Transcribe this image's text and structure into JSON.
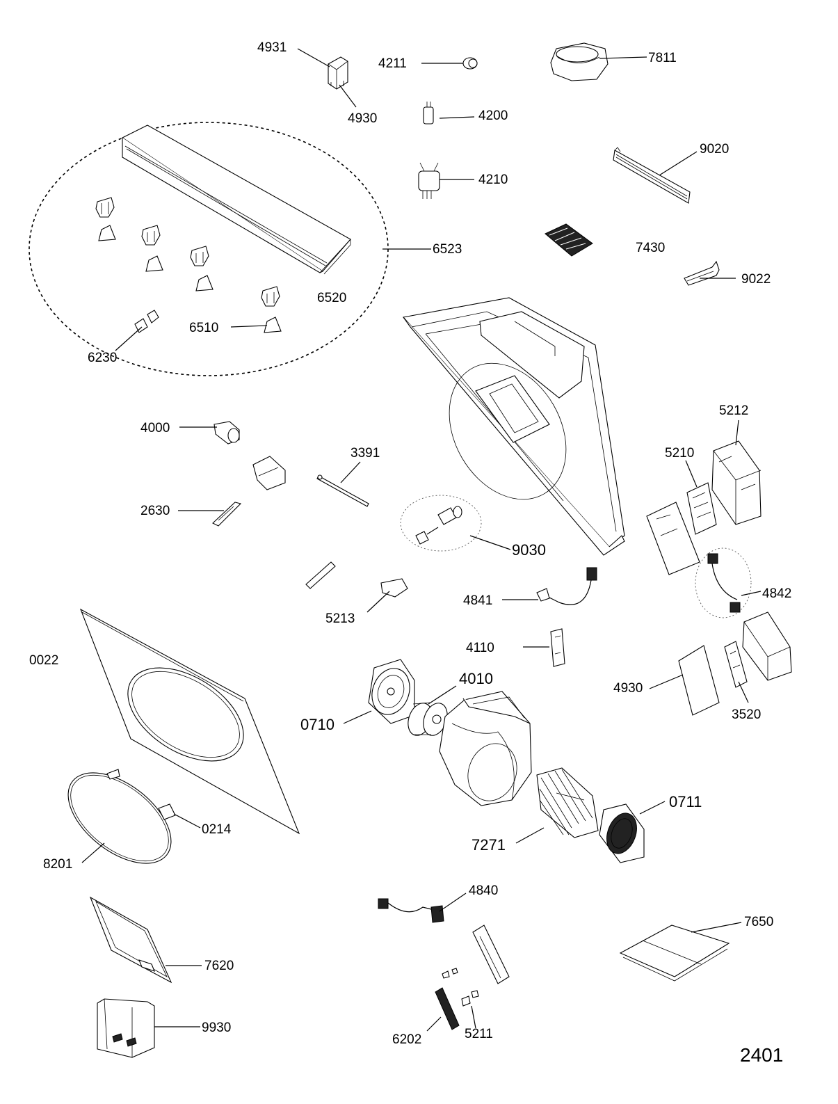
{
  "diagram": {
    "page_number": "2401",
    "part_labels": {
      "p4931": "4931",
      "p4930a": "4930",
      "p4211": "4211",
      "p4200": "4200",
      "p4210": "4210",
      "p7811": "7811",
      "p9020": "9020",
      "p7430": "7430",
      "p9022": "9022",
      "p6523": "6523",
      "p6520": "6520",
      "p6510": "6510",
      "p6230": "6230",
      "p4000": "4000",
      "p3391": "3391",
      "p2630": "2630",
      "p9030": "9030",
      "p5212": "5212",
      "p5210": "5210",
      "p4842": "4842",
      "p4841": "4841",
      "p5213": "5213",
      "p4110": "4110",
      "p0022": "0022",
      "p4010": "4010",
      "p0710": "0710",
      "p4930b": "4930",
      "p3520": "3520",
      "p0711": "0711",
      "p7271": "7271",
      "p0214": "0214",
      "p8201": "8201",
      "p4840": "4840",
      "p7650": "7650",
      "p7620": "7620",
      "p9930": "9930",
      "p6202": "6202",
      "p5211": "5211"
    }
  }
}
